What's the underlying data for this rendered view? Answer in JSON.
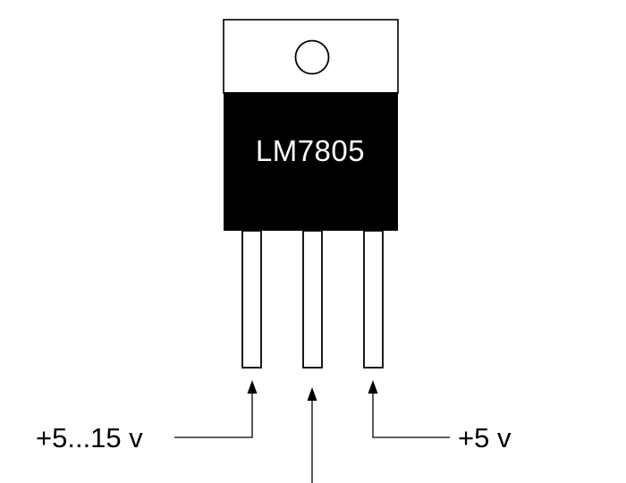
{
  "component": {
    "part_number": "LM7805",
    "colors": {
      "tab": "#ffffff",
      "body": "#000000",
      "outline": "#000000",
      "label_text": "#ffffff"
    }
  },
  "pins": {
    "input": {
      "label": "+5...15 v"
    },
    "ground": {
      "label": ""
    },
    "output": {
      "label": "+5 v"
    }
  }
}
